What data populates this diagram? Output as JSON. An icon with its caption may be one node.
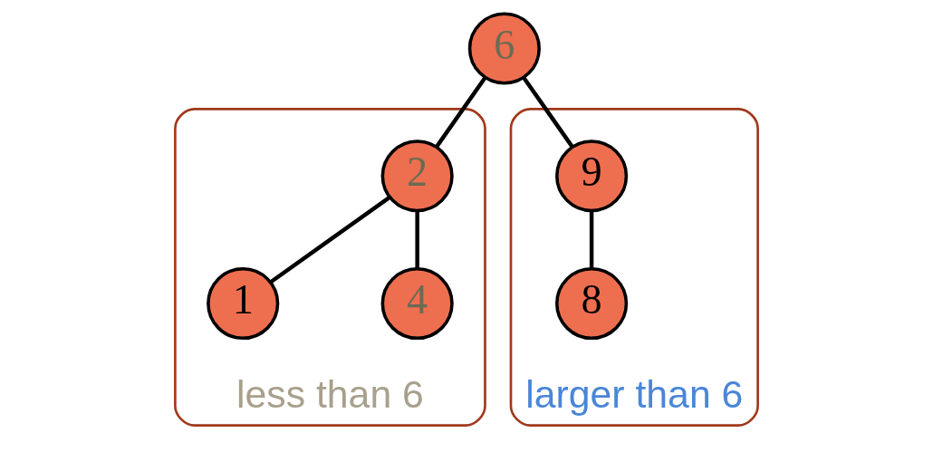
{
  "diagram": {
    "nodes": [
      {
        "text": [
          "6"
        ]
      },
      {
        "text": [],
        "shape": "triangle",
        "beside": [
          "less than 6"
        ]
      },
      {
        "text": [
          "2"
        ],
        "in": 1
      },
      {
        "text": [
          "1"
        ],
        "in": 1
      },
      {
        "text": [
          "4"
        ],
        "in": 1
      },
      {
        "text": [],
        "shape": "triangle",
        "beside": [
          "larger than 6"
        ]
      },
      {
        "text": [
          "9"
        ],
        "in": 5
      },
      {
        "text": [
          "8"
        ],
        "in": 5
      }
    ],
    "edges": [
      {
        "from": 0,
        "to": 2,
        "arrow": "none"
      },
      {
        "from": 0,
        "to": 6,
        "arrow": "none"
      },
      {
        "from": 2,
        "to": 3,
        "arrow": "none"
      },
      {
        "from": 2,
        "to": 4,
        "arrow": "none"
      },
      {
        "from": 6,
        "to": 7,
        "arrow": "none"
      }
    ]
  }
}
